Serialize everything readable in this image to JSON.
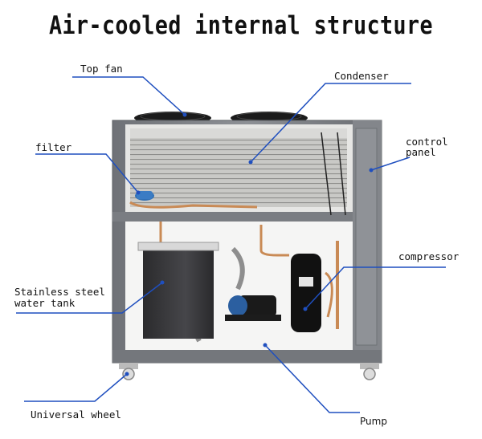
{
  "title": "Air-cooled internal structure",
  "labels": {
    "top_fan": "Top fan",
    "condenser": "Condenser",
    "filter": "filter",
    "control_panel_line1": "control",
    "control_panel_line2": "panel",
    "compressor": "compressor",
    "water_tank_line1": "Stainless steel",
    "water_tank_line2": "water tank",
    "universal_wheel": "Universal wheel",
    "pump": "Pump"
  },
  "colors": {
    "frame": "#7c7f84",
    "callout": "#1f4fbf",
    "copper": "#c98a55",
    "tank": "#3a3a3c"
  }
}
